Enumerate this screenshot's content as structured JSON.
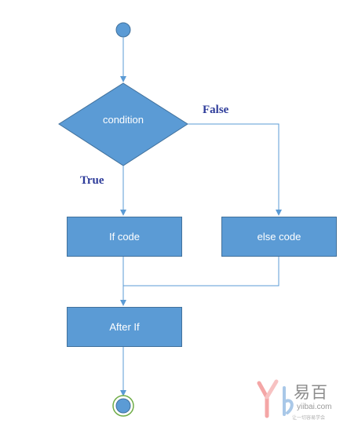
{
  "nodes": {
    "condition": "condition",
    "if_code": "If code",
    "else_code": "else code",
    "after_if": "After If"
  },
  "edges": {
    "false_label": "False",
    "true_label": "True"
  },
  "watermark": {
    "brand_cn": "易百",
    "url": "yiibai.com",
    "tagline": "让一切容易学会"
  },
  "colors": {
    "shape_fill": "#5b9bd5",
    "shape_border": "#41719c",
    "connector": "#5b9bd5",
    "edge_label": "#2e3c9a",
    "end_ring": "#70ad47"
  }
}
